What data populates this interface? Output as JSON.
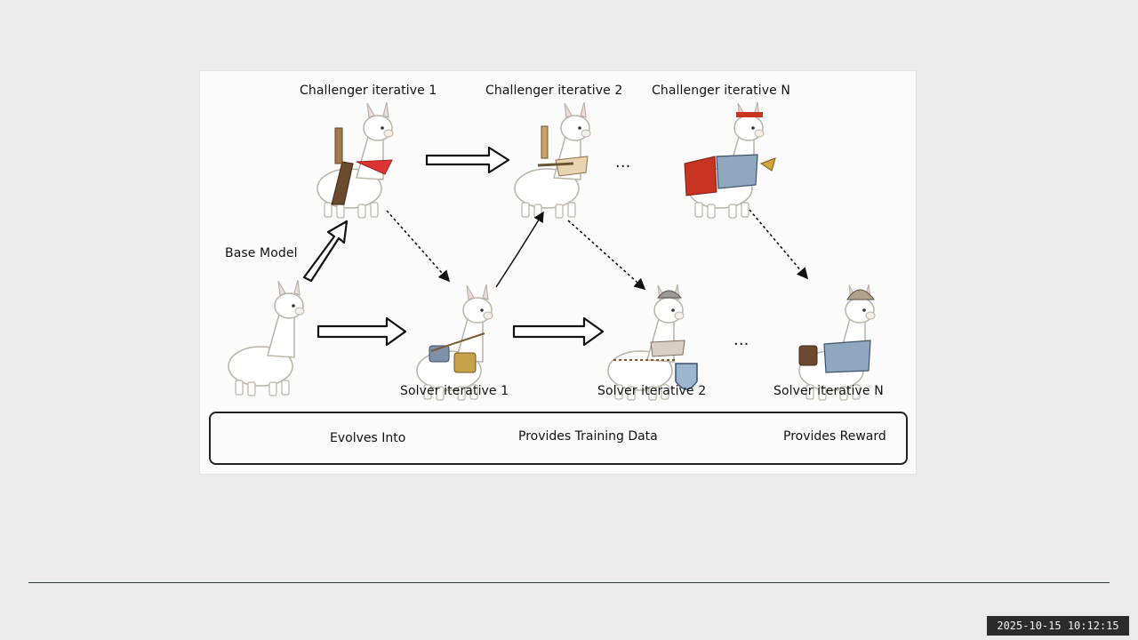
{
  "diagram": {
    "challengers": [
      {
        "label": "Challenger iterative 1"
      },
      {
        "label": "Challenger iterative 2"
      },
      {
        "label": "Challenger iterative N"
      }
    ],
    "solvers": [
      {
        "label": "Solver iterative 1"
      },
      {
        "label": "Solver iterative 2"
      },
      {
        "label": "Solver iterative N"
      }
    ],
    "base_model": {
      "label": "Base Model"
    },
    "ellipsis": "...",
    "legend": {
      "evolves": "Evolves Into",
      "training": "Provides Training Data",
      "reward": "Provides Reward"
    }
  },
  "timestamp": "2025-10-15  10:12:15"
}
